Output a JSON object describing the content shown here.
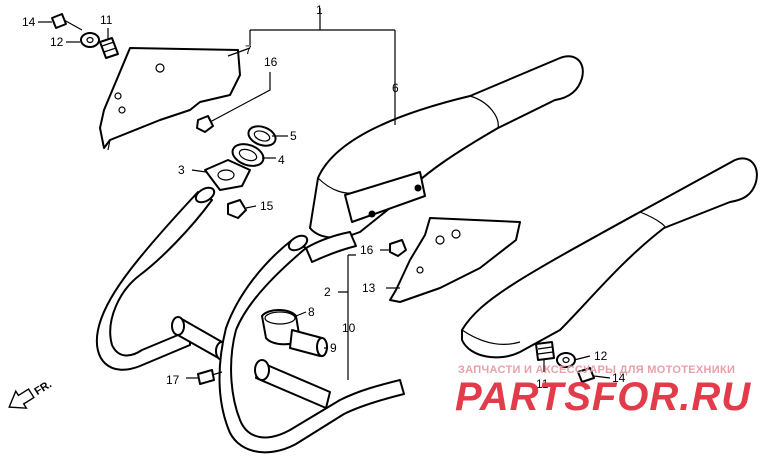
{
  "callouts": {
    "c1": "1",
    "c2": "2",
    "c3": "3",
    "c4": "4",
    "c5": "5",
    "c6": "6",
    "c7": "7",
    "c8": "8",
    "c9": "9",
    "c10": "10",
    "c11a": "11",
    "c11b": "11",
    "c12a": "12",
    "c12b": "12",
    "c13": "13",
    "c14a": "14",
    "c14b": "14",
    "c15": "15",
    "c16a": "16",
    "c16b": "16",
    "c17": "17"
  },
  "direction": {
    "label": "FR."
  },
  "watermark": {
    "tagline": "ЗАПЧАСТИ И АКСЕССУАРЫ ДЛЯ МОТОТЕХНИКИ",
    "brand": "PARTSFOR.RU",
    "brand_color": "#e23b4a",
    "tagline_color": "#e8a0a8"
  }
}
